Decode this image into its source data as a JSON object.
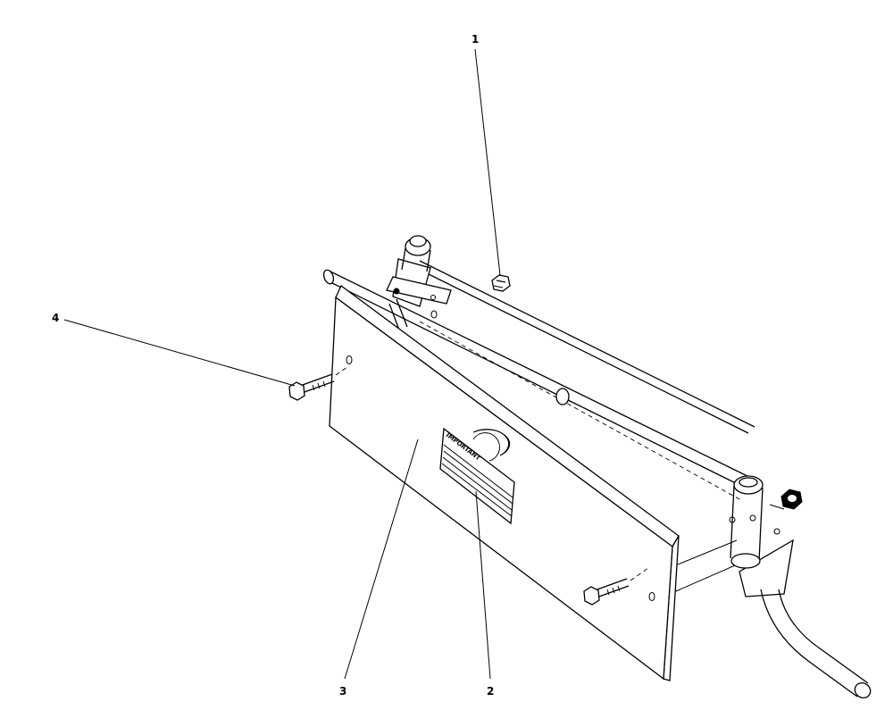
{
  "diagram": {
    "callouts": [
      "1",
      "2",
      "3",
      "4"
    ],
    "plate_text": "IMPORTANT"
  }
}
